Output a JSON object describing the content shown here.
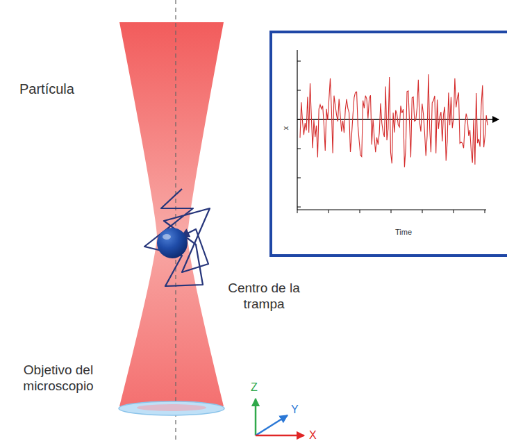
{
  "diagram": {
    "labels": [
      "Partícula",
      "Centro de la trampa",
      "Objetivo del microscopio",
      "Z",
      "Y",
      "X",
      "x",
      "Time"
    ]
  }
}
